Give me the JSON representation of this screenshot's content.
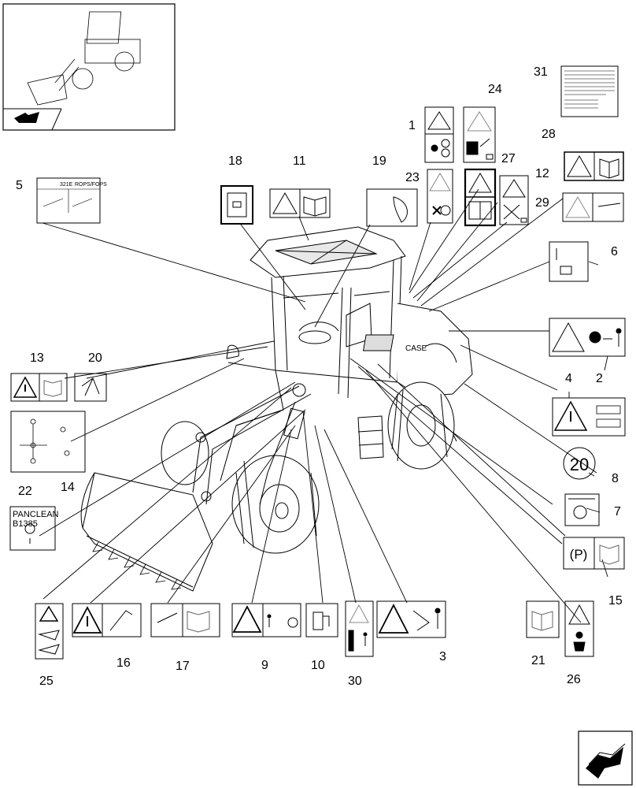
{
  "callouts": [
    "1",
    "2",
    "3",
    "4",
    "5",
    "6",
    "7",
    "8",
    "9",
    "10",
    "11",
    "12",
    "13",
    "14",
    "15",
    "16",
    "17",
    "18",
    "19",
    "20",
    "21",
    "22",
    "23",
    "24",
    "25",
    "26",
    "27",
    "28",
    "29",
    "30",
    "31"
  ],
  "decal_texts": {
    "model": "321E",
    "roll_over": "ROPS/FOPS",
    "panclean_line1": "PANCLEAN",
    "panclean_line2": "B1385",
    "speed_limit": "20",
    "parking": "(P)"
  }
}
